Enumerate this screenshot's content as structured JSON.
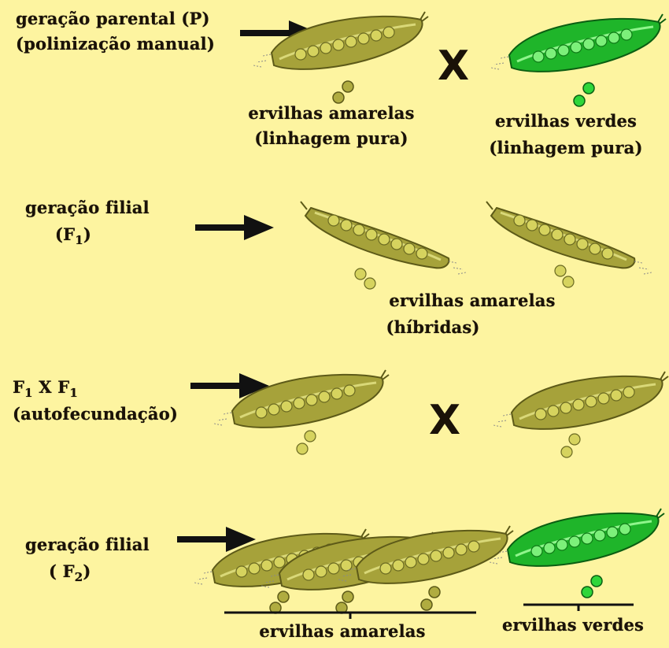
{
  "parental": {
    "label_line1": "geração parental (P)",
    "label_line2": "(polinização manual)",
    "cross_symbol": "X",
    "left_caption_line1": "ervilhas amarelas",
    "left_caption_line2": "(linhagem pura)",
    "right_caption_line1": "ervilhas verdes",
    "right_caption_line2": "(linhagem pura)"
  },
  "f1": {
    "label_line1": "geração filial",
    "label_line2_prefix": "(F",
    "label_line2_sub": "1",
    "label_line2_suffix": ")",
    "caption_line1": "ervilhas amarelas",
    "caption_line2": "(híbridas)"
  },
  "f1_cross": {
    "label_f_a": "F",
    "label_sub_a": "1",
    "label_x": " X F",
    "label_sub_b": "1",
    "label_line2": "(autofecundação)",
    "cross_symbol": "X"
  },
  "f2": {
    "label_line1": "geração filial",
    "label_line2_prefix": "( F",
    "label_line2_sub": "2",
    "label_line2_suffix": ")",
    "yellow_caption": "ervilhas amarelas",
    "green_caption": "ervilhas verdes"
  },
  "colors": {
    "background": "#fdf4a0",
    "yellow_pod": "#a8a43a",
    "green_pod": "#1fb52a",
    "yellow_pea": "#d8d860",
    "green_pea": "#7cf07a"
  }
}
